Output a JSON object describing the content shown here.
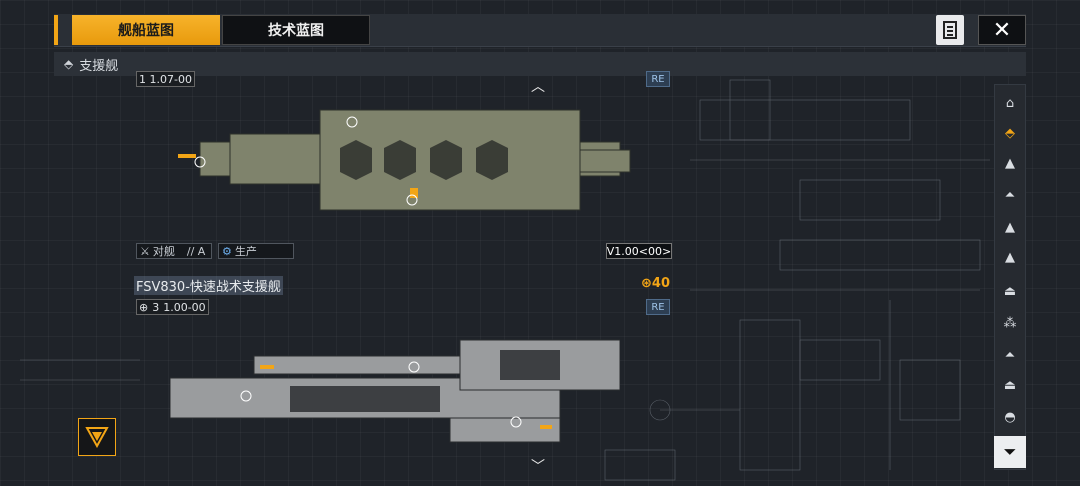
{
  "tabs": [
    {
      "label": "舰船蓝图",
      "active": true
    },
    {
      "label": "技术蓝图",
      "active": false
    }
  ],
  "category": {
    "label": "支援舰",
    "icon": "support-ship-icon"
  },
  "ship_top": {
    "level_text": "1 1.07-00",
    "tag_attack": "对舰",
    "tag_class": "// A",
    "tag_function": "生产",
    "version": "V1.00<00>",
    "badge": "RE"
  },
  "ship_bottom": {
    "title": "FSV830-快速战术支援舰",
    "level_num": "3",
    "level_text": "1.00-00",
    "cost": "40",
    "badge": "RE"
  },
  "rail_icons": [
    "hangar-icon",
    "support-icon",
    "frigate-icon",
    "destroyer-icon",
    "cruiser-icon",
    "battlecruiser-icon",
    "carrier-icon",
    "auxiliary-icon",
    "capital-icon",
    "dreadnought-icon",
    "corvette-icon"
  ],
  "colors": {
    "accent": "#f2a516",
    "bg": "#1f2329"
  }
}
